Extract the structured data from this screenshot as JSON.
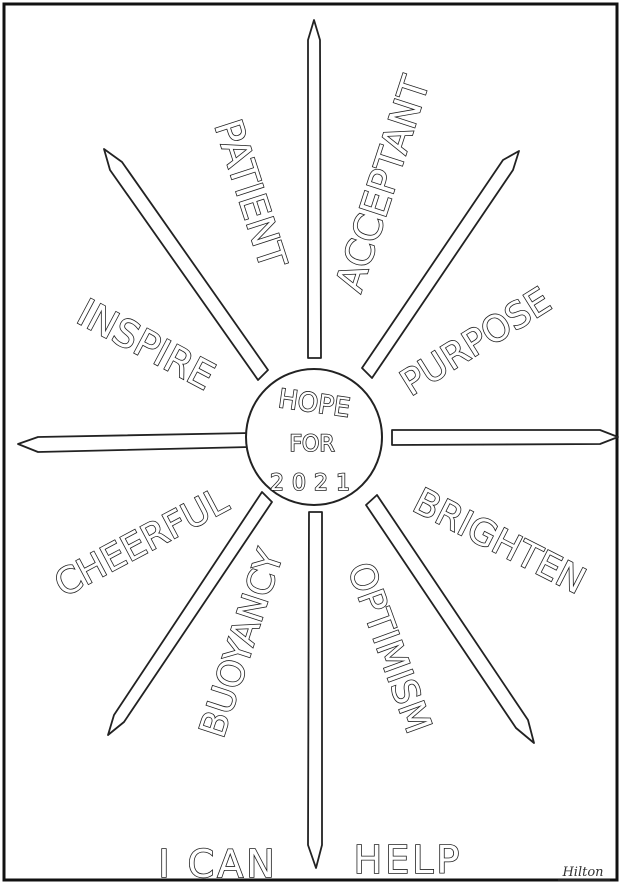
{
  "center": {
    "line1": "HOPE",
    "line2": "FOR",
    "year": "2021"
  },
  "rays": [
    {
      "label": "PATIENT"
    },
    {
      "label": "ACCEPTANT"
    },
    {
      "label": "INSPIRE"
    },
    {
      "label": "PURPOSE"
    },
    {
      "label": "CHEERFUL"
    },
    {
      "label": "BRIGHTEN"
    },
    {
      "label": "BUOYANCY"
    },
    {
      "label": "OPTIMISM"
    }
  ],
  "footer": {
    "left": "I CAN",
    "right": "HELP"
  },
  "signature": "Hilton",
  "colors": {
    "ink": "#222222",
    "paper": "#ffffff"
  }
}
